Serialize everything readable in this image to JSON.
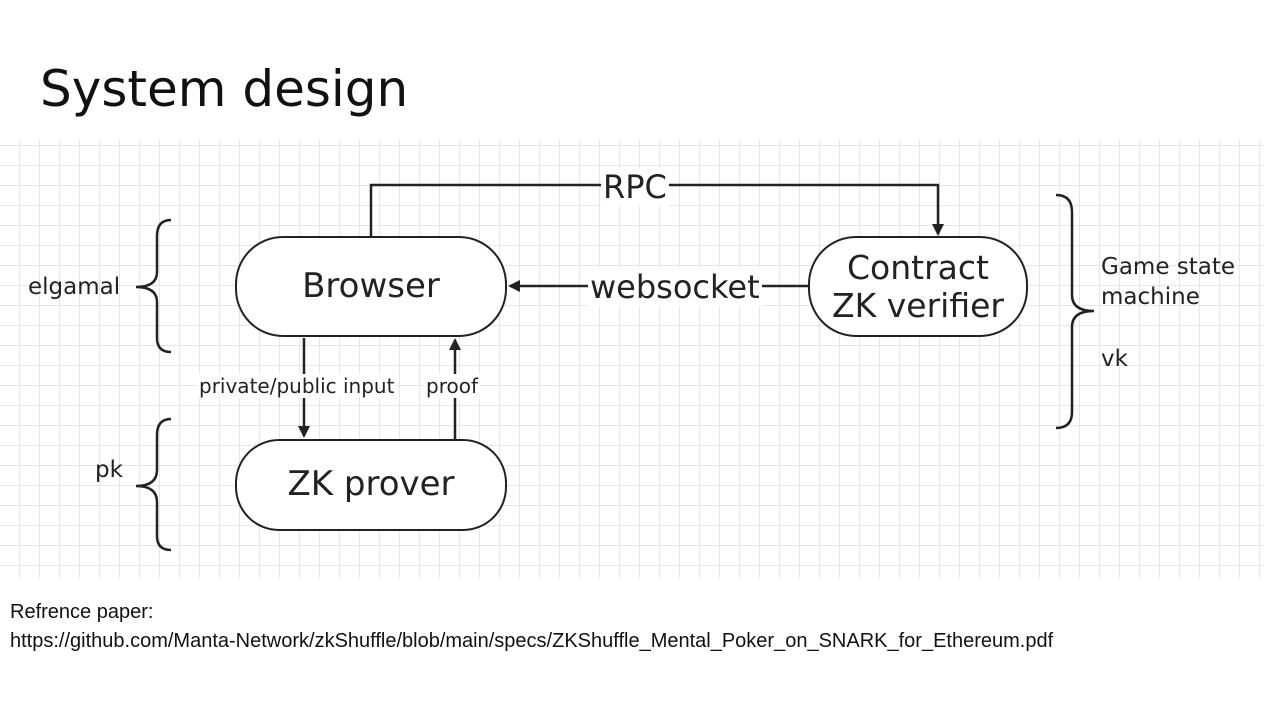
{
  "slide": {
    "title": "System design"
  },
  "diagram": {
    "nodes": {
      "browser": "Browser",
      "prover": "ZK prover",
      "contract_line1": "Contract",
      "contract_line2": "ZK verifier"
    },
    "edges": {
      "rpc": "RPC",
      "websocket": "websocket",
      "input": "private/public input",
      "proof": "proof"
    },
    "annotations": {
      "elgamal": "elgamal",
      "pk": "pk",
      "game_state": "Game state machine",
      "vk": "vk"
    },
    "colors": {
      "stroke": "#222222",
      "grid_minor": "#e6e6e6",
      "grid_major": "#d2d2d2"
    }
  },
  "reference": {
    "label": "Refrence paper:",
    "url": "https://github.com/Manta-Network/zkShuffle/blob/main/specs/ZKShuffle_Mental_Poker_on_SNARK_for_Ethereum.pdf"
  }
}
